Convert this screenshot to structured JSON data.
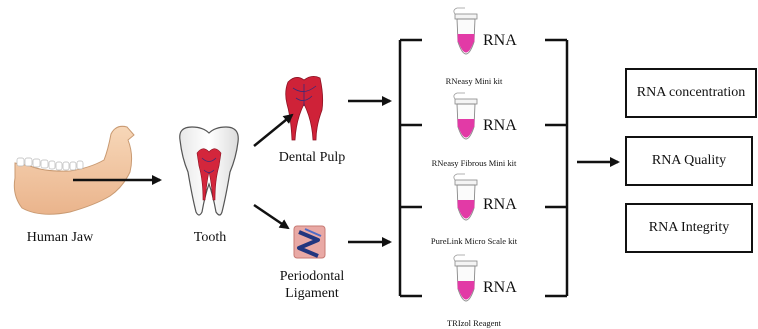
{
  "labels": {
    "human_jaw": "Human Jaw",
    "tooth": "Tooth",
    "dental_pulp": "Dental Pulp",
    "periodontal_line1": "Periodontal",
    "periodontal_line2": "Ligament"
  },
  "tube_rna_label": "RNA",
  "kits": [
    "RNeasy Mini kit",
    "RNeasy Fibrous Mini kit",
    "PureLink Micro Scale kit",
    "TRIzol Reagent"
  ],
  "outputs": [
    "RNA concentration",
    "RNA Quality",
    "RNA Integrity"
  ],
  "colors": {
    "tube_fill": "#e23aa6",
    "pulp": "#c81f3a",
    "jaw": "#f4c9a5",
    "ligament": "#2c3f8f",
    "line": "#111111"
  }
}
